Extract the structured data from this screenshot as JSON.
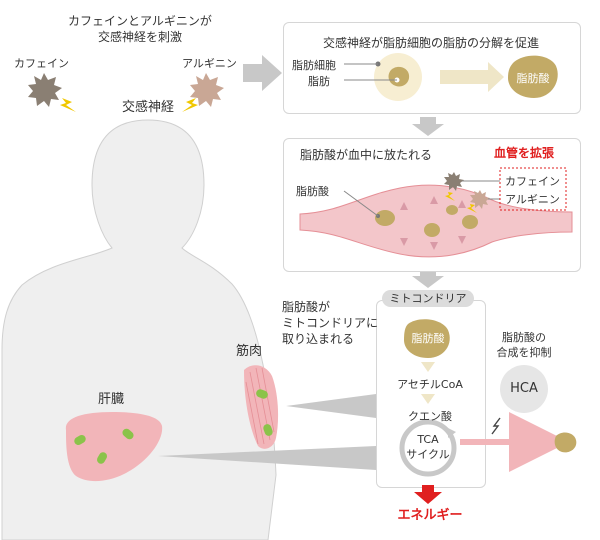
{
  "colors": {
    "caffeine": "#8a7f73",
    "arginine": "#c9a795",
    "fatty_acid": "#c2aa66",
    "vessel": "#f3c6ca",
    "organ": "#f2b5b9",
    "highlight_red": "#e01f1f",
    "arrow_gray": "#c8c8c8",
    "lightning": "#f0c700",
    "body_fill": "#efefef"
  },
  "intro": {
    "stimulus_line1": "カフェインとアルギニンが",
    "stimulus_line2": "交感神経を刺激",
    "caffeine_label": "カフェイン",
    "arginine_label": "アルギニン",
    "nerve_label": "交感神経"
  },
  "panel1": {
    "title": "交感神経が脂肪細胞の脂肪の分解を促進",
    "fat_cell_label": "脂肪細胞",
    "fat_label": "脂肪",
    "fatty_acid_label": "脂肪酸"
  },
  "panel2": {
    "title": "脂肪酸が血中に放たれる",
    "vasodilation_label": "血管を拡張",
    "caffeine_label": "カフェイン",
    "arginine_label": "アルギニン",
    "fatty_acid_label": "脂肪酸"
  },
  "uptake": {
    "line1": "脂肪酸が",
    "line2": "ミトコンドリアに",
    "line3": "取り込まれる"
  },
  "organs": {
    "muscle_label": "筋肉",
    "liver_label": "肝臓"
  },
  "mitochondria": {
    "title": "ミトコンドリア",
    "fatty_acid_label": "脂肪酸",
    "acetyl_coa_label": "アセチルCoA",
    "citric_acid_label": "クエン酸",
    "tca_line1": "TCA",
    "tca_line2": "サイクル",
    "energy_label": "エネルギー"
  },
  "hca": {
    "note_line1": "脂肪酸の",
    "note_line2": "合成を抑制",
    "label": "HCA"
  }
}
